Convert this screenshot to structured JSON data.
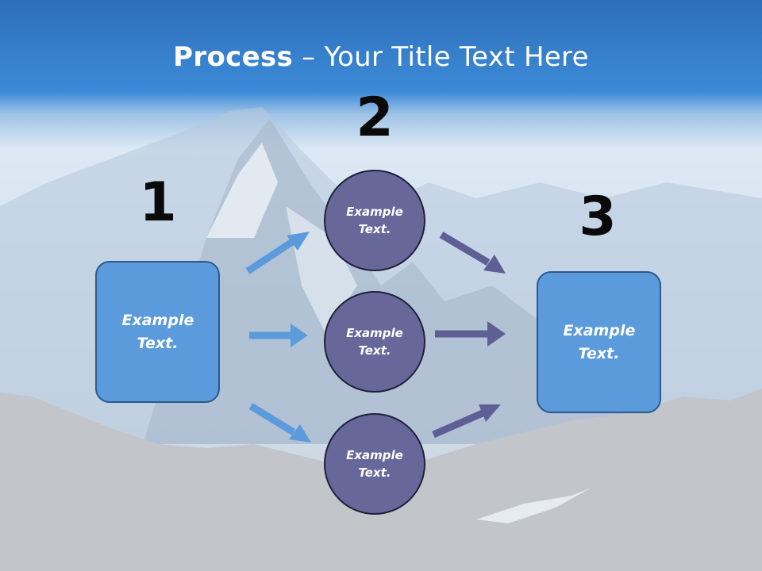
{
  "title": {
    "bold": "Process",
    "rest": " – Your Title Text Here"
  },
  "steps": [
    {
      "number": "1",
      "text": "Example Text."
    },
    {
      "number": "2",
      "items": [
        "Example Text.",
        "Example Text.",
        "Example Text."
      ]
    },
    {
      "number": "3",
      "text": "Example Text."
    }
  ],
  "colors": {
    "box": "#5b9bdc",
    "circle": "#67679a",
    "arrow_blue": "#5b9bdc",
    "arrow_purple": "#5f5f96",
    "header": "#2f7fd0"
  }
}
